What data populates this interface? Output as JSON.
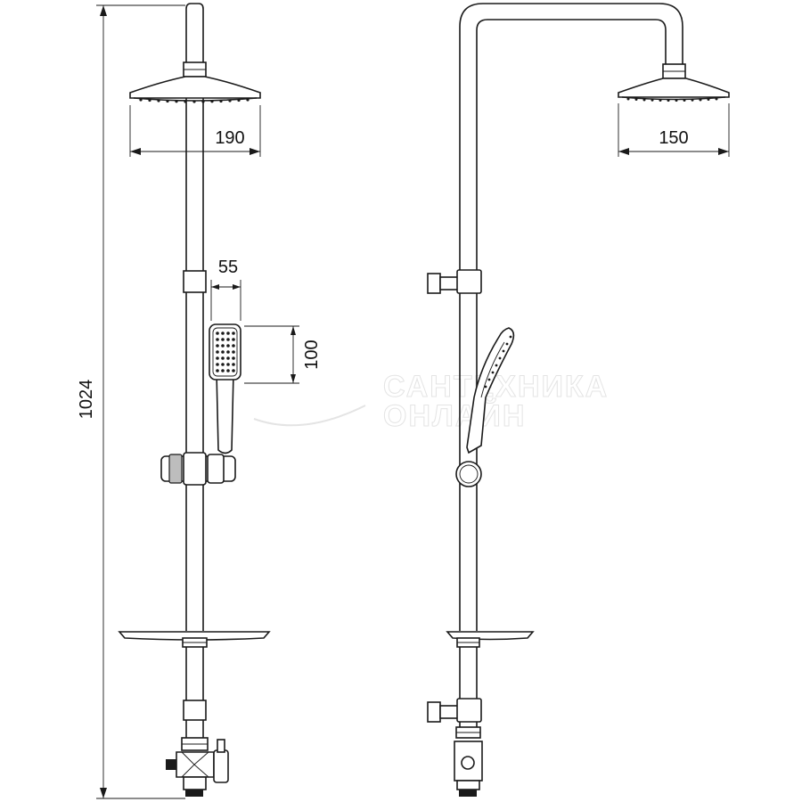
{
  "dimensions": {
    "total_height": "1024",
    "head_width_front": "190",
    "head_width_side": "150",
    "hand_shower_width": "55",
    "hand_shower_length": "100"
  },
  "watermark": {
    "line1": "САНТЕХНИКА",
    "line2": "ОНЛАЙН"
  },
  "views": [
    "front-view",
    "side-view"
  ]
}
